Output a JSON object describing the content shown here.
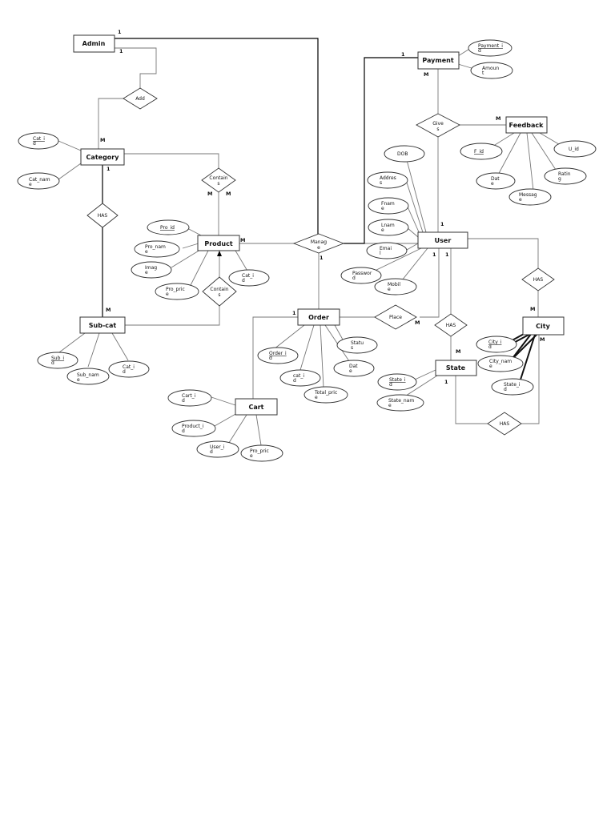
{
  "entities": {
    "admin": "Admin",
    "category": "Category",
    "subcat": "Sub-cat",
    "product": "Product",
    "order": "Order",
    "cart": "Cart",
    "payment": "Payment",
    "feedback": "Feedback",
    "user": "User",
    "state": "State",
    "city": "City"
  },
  "relationships": {
    "add": "Add",
    "has_cat_sub": [
      "HAS"
    ],
    "contains_cat_prod": [
      "Contain",
      "s"
    ],
    "contains_sub_prod": [
      "Contain",
      "s"
    ],
    "manage": [
      "Manag",
      "e"
    ],
    "gives": [
      "Give",
      "s"
    ],
    "place": "Place",
    "has_user_city": "HAS",
    "has_user_state": "HAS",
    "has_state_city": "HAS"
  },
  "attributes": {
    "cat_id": [
      "Cat_i",
      "d"
    ],
    "cat_name": [
      "Cat_nam",
      "e"
    ],
    "sub_id": [
      "Sub_i",
      "d"
    ],
    "sub_name": [
      "Sub_nam",
      "e"
    ],
    "sub_cat_id": [
      "Cat_i",
      "d"
    ],
    "pro_id": [
      "Pro_id"
    ],
    "pro_name": [
      "Pro_nam",
      "e"
    ],
    "pro_image": [
      "Imag",
      "e"
    ],
    "pro_price": [
      "Pro_pric",
      "e"
    ],
    "pro_cat_id": [
      "Cat_i",
      "d"
    ],
    "order_id": [
      "Order_i",
      "d"
    ],
    "order_cat_id": [
      "cat_i",
      "d"
    ],
    "order_total": [
      "Total_pric",
      "e"
    ],
    "order_status": [
      "Statu",
      "s"
    ],
    "order_date": [
      "Dat",
      "e"
    ],
    "cart_id": [
      "Cart_i",
      "d"
    ],
    "cart_product_id": [
      "Product_i",
      "d"
    ],
    "cart_user_id": [
      "User_i",
      "d"
    ],
    "cart_pro_price": [
      "Pro_pric",
      "e"
    ],
    "payment_id": [
      "Payment_i",
      "d"
    ],
    "amount": [
      "Amoun",
      "t"
    ],
    "f_id": [
      "F_id"
    ],
    "u_id": [
      "U_id"
    ],
    "fb_date": [
      "Dat",
      "e"
    ],
    "rating": [
      "Ratin",
      "g"
    ],
    "message": [
      "Messag",
      "e"
    ],
    "dob": [
      "DOB"
    ],
    "address": [
      "Addres",
      "s"
    ],
    "fname": [
      "Fnam",
      "e"
    ],
    "lname": [
      "Lnam",
      "e"
    ],
    "email": [
      "Emai",
      "l"
    ],
    "password": [
      "Passwor",
      "d"
    ],
    "mobile": [
      "Mobil",
      "e"
    ],
    "state_id": [
      "State_i",
      "d"
    ],
    "state_name": [
      "State_nam",
      "e"
    ],
    "city_id": [
      "City_i",
      "d"
    ],
    "city_name": [
      "City_nam",
      "e"
    ],
    "city_state_id": [
      "State_i",
      "d"
    ]
  },
  "cardinalities": {
    "admin_manage": "1",
    "admin_add": "1",
    "add_category": "M",
    "category_has": "1",
    "has_subcat": "M",
    "contains_m1": "M",
    "contains_m2": "M",
    "product_manage": "M",
    "manage_order": "1",
    "manage_payment": "1",
    "payment_gives": "M",
    "gives_feedback": "M",
    "user_gives": "1",
    "user_1a": "1",
    "user_1b": "1",
    "order_1": "1",
    "place_m": "M",
    "state_m": "M",
    "state_1": "1",
    "city_m1": "M",
    "city_m2": "M"
  }
}
